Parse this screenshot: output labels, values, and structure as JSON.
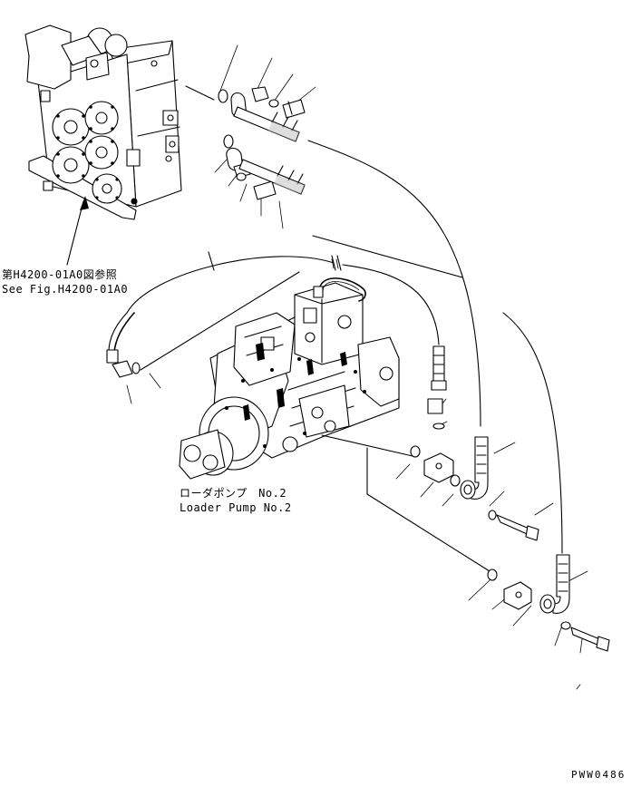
{
  "references": {
    "see_fig_jp": "第H4200-01A0図参照",
    "see_fig_en": "See Fig.H4200-01A0"
  },
  "pump_label": {
    "jp": "ローダポンプ　No.2",
    "en": "Loader Pump No.2"
  },
  "drawing_code": "PWW0486"
}
